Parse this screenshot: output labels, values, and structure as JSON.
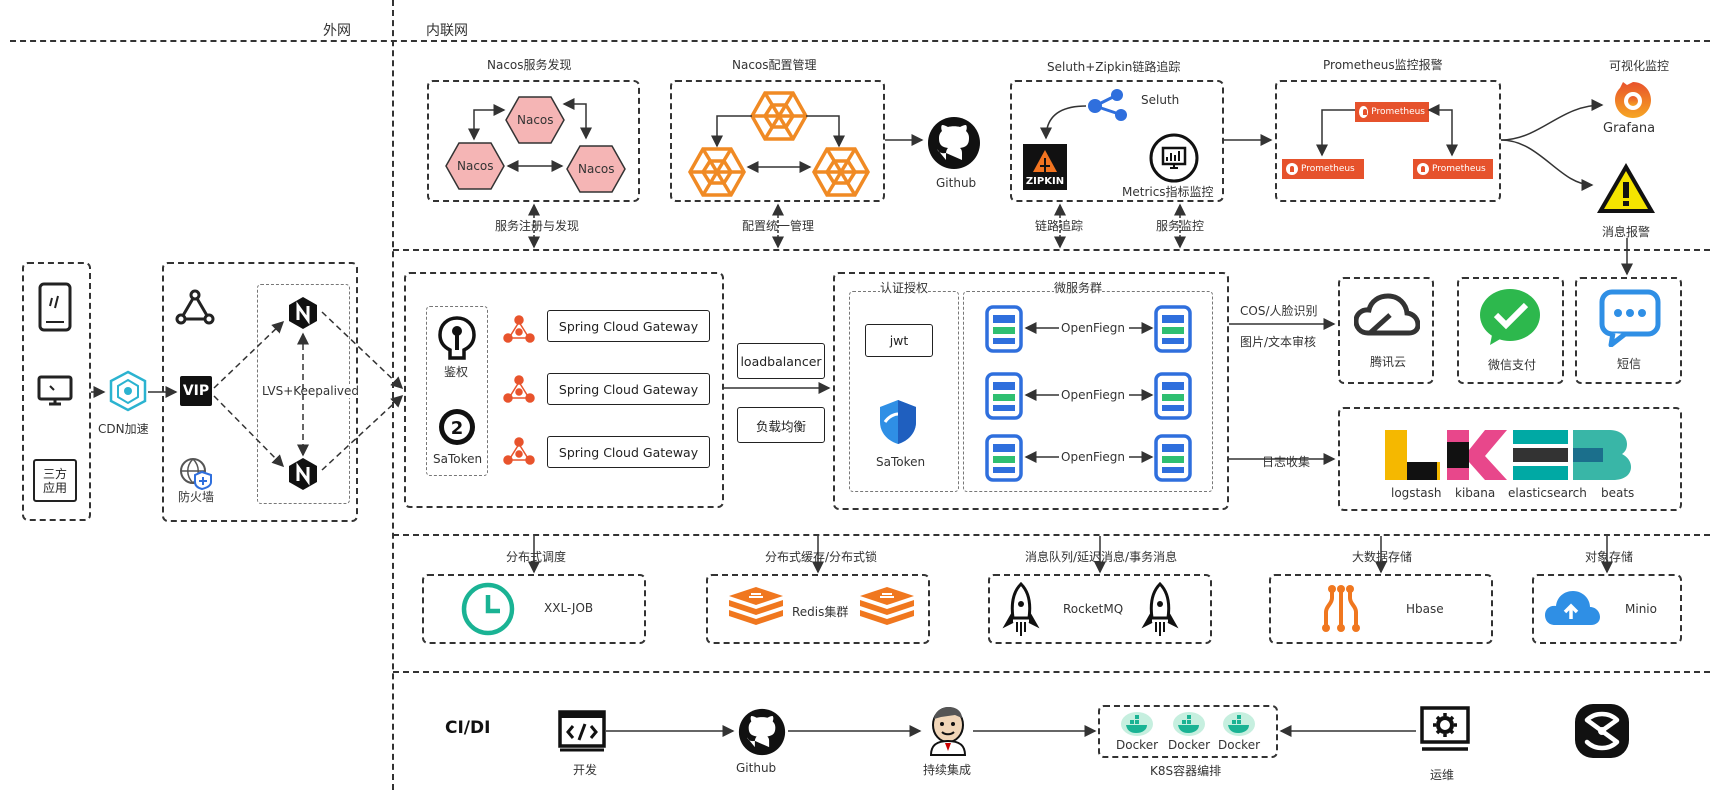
{
  "zones": {
    "outer": "外网",
    "inner": "内联网"
  },
  "clients": {
    "third_party": "三方\n应用",
    "cdn": "CDN加速"
  },
  "lb": {
    "vip": "VIP",
    "lvs": "LVS+Keepalived",
    "firewall": "防火墙",
    "nginx": "N"
  },
  "nacos": {
    "discovery_title": "Nacos服务发现",
    "node": "Nacos",
    "config_title": "Nacos配置管理",
    "register_label": "服务注册与发现",
    "config_label": "配置统一管理"
  },
  "github": "Github",
  "tracing": {
    "title": "Seluth+Zipkin链路追踪",
    "seluth": "Seluth",
    "zipkin": "ZIPKIN",
    "metrics": "Metrics指标监控",
    "trace_label": "链路追踪",
    "monitor_label": "服务监控"
  },
  "prometheus": {
    "title": "Prometheus监控报警",
    "node": "Prometheus"
  },
  "viz": {
    "title": "可视化监控",
    "grafana": "Grafana",
    "alert": "消息报警"
  },
  "gateway": {
    "auth": "鉴权",
    "satoken": "SaToken",
    "gw": "Spring Cloud Gateway",
    "loadbalancer": "loadbalancer",
    "balance": "负载均衡"
  },
  "auth_group": {
    "title": "认证授权",
    "jwt": "jwt",
    "satoken": "SaToken"
  },
  "micro": {
    "title": "微服务群",
    "feign": "OpenFiegn"
  },
  "cloud": {
    "cos": "COS/人脸识别",
    "audit": "图片/文本审核",
    "tencent": "腾讯云",
    "wechat": "微信支付",
    "sms": "短信",
    "log": "日志收集"
  },
  "elk": {
    "logstash": "logstash",
    "kibana": "kibana",
    "elasticsearch": "elasticsearch",
    "beats": "beats"
  },
  "middleware": {
    "schedule_title": "分布式调度",
    "xxl": "XXL-JOB",
    "cache_title": "分布式缓存/分布式锁",
    "redis": "Redis集群",
    "mq_title": "消息队列/延迟消息/事务消息",
    "rocket": "RocketMQ",
    "bigdata_title": "大数据存储",
    "hbase": "Hbase",
    "oss_title": "对象存储",
    "minio": "Minio"
  },
  "cicd": {
    "title": "CI/DI",
    "dev": "开发",
    "github": "Github",
    "ci": "持续集成",
    "docker": "Docker",
    "k8s": "K8S容器编排",
    "ops": "运维"
  },
  "colors": {
    "nacos_fill": "#f5b5b5",
    "orange": "#f08a24",
    "prom": "#e6522c",
    "blue": "#2f6fdd",
    "green": "#2fbf71",
    "teal": "#1ab394"
  }
}
